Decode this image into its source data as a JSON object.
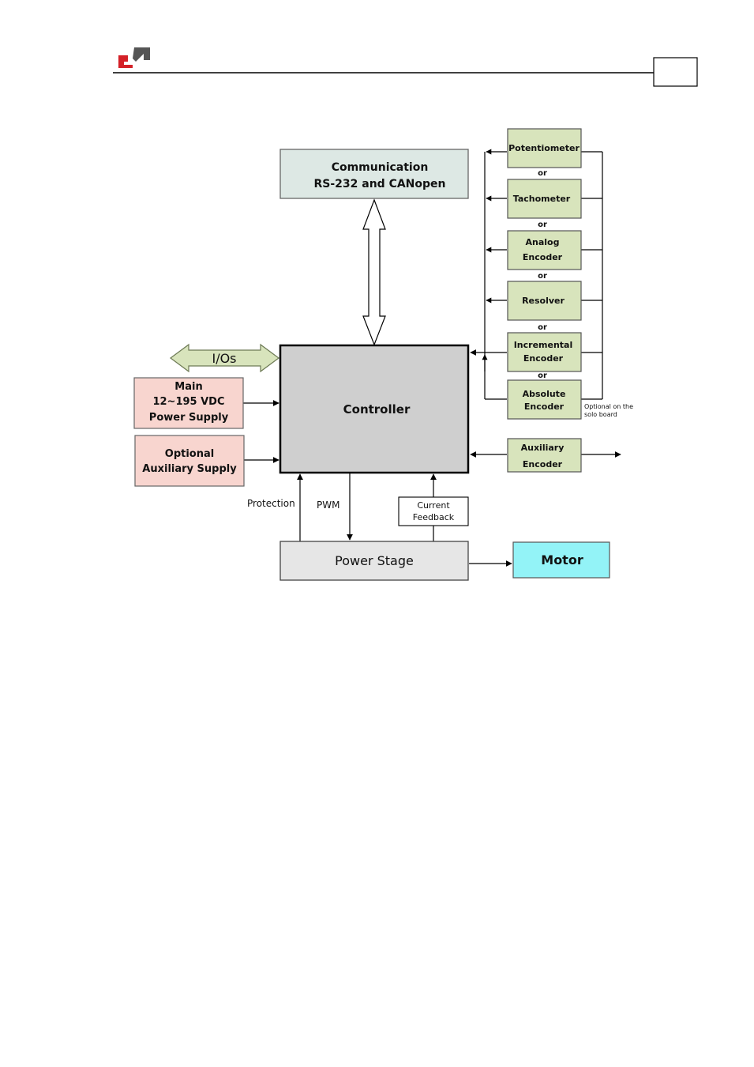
{
  "header": {
    "page_number": "",
    "colors": {
      "logo_red": "#d42027",
      "logo_dark": "#555555"
    }
  },
  "diagram": {
    "communication": {
      "line1": "Communication",
      "line2": "RS-232 and CANopen"
    },
    "ios": "I/Os",
    "main_supply": {
      "line1": "Main",
      "line2": "12~195 VDC",
      "line3": "Power Supply"
    },
    "aux_supply": {
      "line1": "Optional",
      "line2": "Auxiliary Supply"
    },
    "controller": "Controller",
    "feedback_devices": [
      {
        "line1": "Potentiometer",
        "line2": ""
      },
      {
        "line1": "Tachometer",
        "line2": ""
      },
      {
        "line1": "Analog",
        "line2": "Encoder"
      },
      {
        "line1": "Resolver",
        "line2": ""
      },
      {
        "line1": "Incremental",
        "line2": "Encoder"
      },
      {
        "line1": "Absolute",
        "line2": "Encoder"
      }
    ],
    "or_label": "or",
    "optional_note": {
      "line1": "Optional on the",
      "line2": "solo board"
    },
    "aux_encoder": {
      "line1": "Auxiliary",
      "line2": "Encoder"
    },
    "protection": "Protection",
    "pwm": "PWM",
    "current_feedback": {
      "line1": "Current",
      "line2": "Feedback"
    },
    "power_stage": "Power Stage",
    "motor": "Motor",
    "colors": {
      "communication_fill": "#dde8e4",
      "supply_fill": "#f8d5cf",
      "controller_fill": "#cfcfcf",
      "feedback_fill": "#d8e4bc",
      "ios_fill": "#d8e4bc",
      "power_stage_fill": "#e6e6e6",
      "motor_fill": "#93f3f7"
    }
  }
}
